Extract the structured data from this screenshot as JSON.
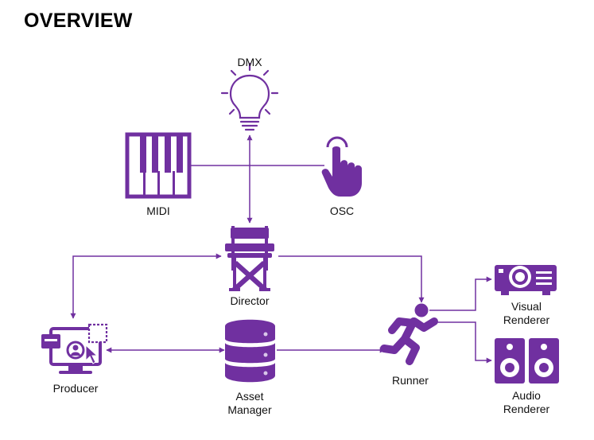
{
  "title": "OVERVIEW",
  "colors": {
    "accent": "#7030A0",
    "accent_light": "#D9C7EA",
    "text": "#111111"
  },
  "nodes": {
    "dmx": {
      "label": "DMX",
      "icon": "lightbulb-icon"
    },
    "midi": {
      "label": "MIDI",
      "icon": "piano-keyboard-icon"
    },
    "osc": {
      "label": "OSC",
      "icon": "touch-hand-icon"
    },
    "director": {
      "label": "Director",
      "icon": "directors-chair-icon"
    },
    "producer": {
      "label": "Producer",
      "icon": "monitor-user-icon"
    },
    "asset_manager": {
      "line1": "Asset",
      "line2": "Manager",
      "icon": "database-icon"
    },
    "runner": {
      "label": "Runner",
      "icon": "running-person-icon"
    },
    "visual_renderer": {
      "line1": "Visual",
      "line2": "Renderer",
      "icon": "projector-icon"
    },
    "audio_renderer": {
      "line1": "Audio",
      "line2": "Renderer",
      "icon": "speakers-icon"
    }
  }
}
